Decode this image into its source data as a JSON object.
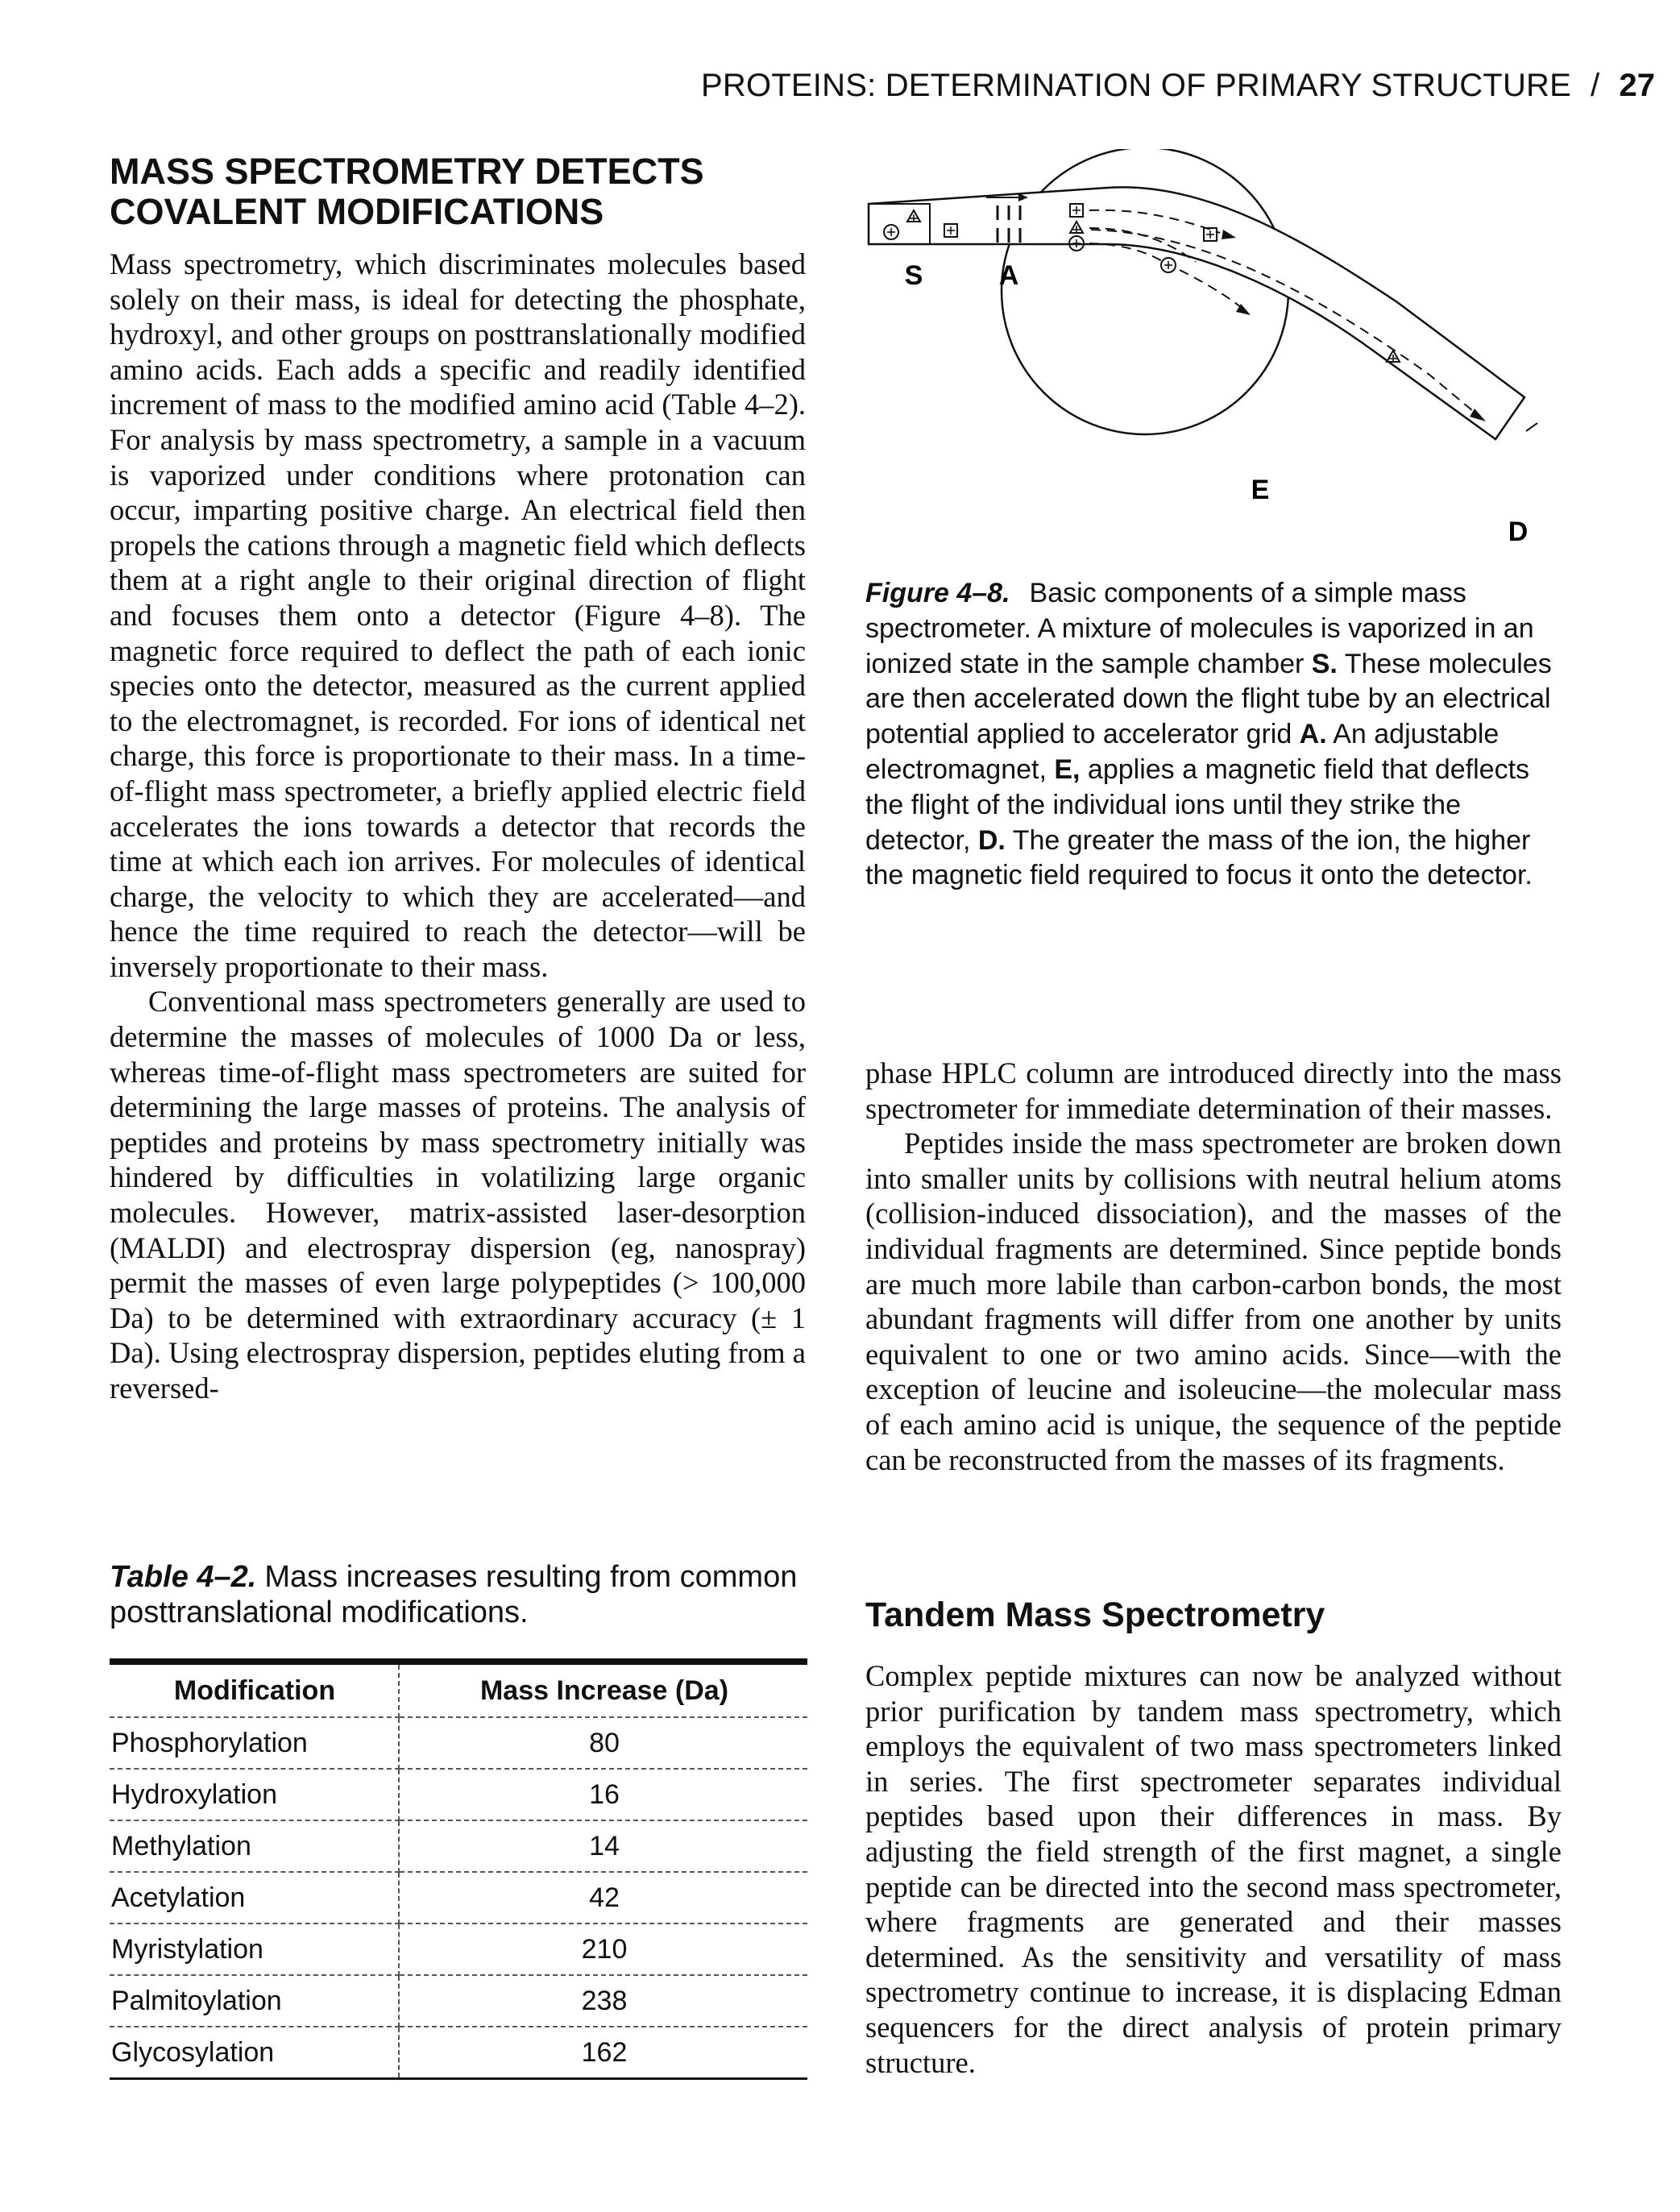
{
  "running_head": {
    "title": "PROTEINS: DETERMINATION OF PRIMARY STRUCTURE",
    "separator": "/",
    "page_number": "27"
  },
  "section_title": {
    "line1": "MASS SPECTROMETRY DETECTS",
    "line2": "COVALENT MODIFICATIONS"
  },
  "left_column": {
    "paragraphs": [
      "Mass spectrometry, which discriminates molecules based solely on their mass, is ideal for detecting the phosphate, hydroxyl, and other groups on posttranslationally modified amino acids. Each adds a specific and readily identified increment of mass to the modified amino acid (Table 4–2). For analysis by mass spectrometry, a sample in a vacuum is vaporized under conditions where protonation can occur, imparting positive charge. An electrical field then propels the cations through a magnetic field which deflects them at a right angle to their original direction of flight and focuses them onto a detector (Figure 4–8). The magnetic force required to deflect the path of each ionic species onto the detector, measured as the current applied to the electromagnet, is recorded. For ions of identical net charge, this force is proportionate to their mass. In a time-of-flight mass spectrometer, a briefly applied electric field accelerates the ions towards a detector that records the time at which each ion arrives. For molecules of identical charge, the velocity to which they are accelerated—and hence the time required to reach the detector—will be inversely proportionate to their mass.",
      "Conventional mass spectrometers generally are used to determine the masses of molecules of 1000 Da or less, whereas time-of-flight mass spectrometers are suited for determining the large masses of proteins. The analysis of peptides and proteins by mass spectrometry initially was hindered by difficulties in volatilizing large organic molecules. However, matrix-assisted laser-desorption (MALDI) and electrospray dispersion (eg, nanospray) permit the masses of even large polypeptides (> 100,000 Da) to be determined with extraordinary accuracy (± 1 Da). Using electrospray dispersion, peptides eluting from a reversed-"
    ]
  },
  "figure": {
    "labels": {
      "s": "S",
      "a": "A",
      "e": "E",
      "d": "D"
    },
    "caption_label": "Figure 4–8.",
    "caption_segments": [
      "Basic components of a simple mass spectrometer. A mixture of molecules is vaporized in an ionized state in the sample chamber ",
      "S.",
      " These molecules are then accelerated down the flight tube by an electrical potential applied to accelerator grid ",
      "A.",
      " An adjustable electromagnet, ",
      "E,",
      " applies a magnetic field that deflects the flight of the individual ions until they strike the detector, ",
      "D.",
      " The greater the mass of the ion, the higher the magnetic field required to focus it onto the detector."
    ]
  },
  "right_column": {
    "paragraphs": [
      "phase HPLC column are introduced directly into the mass spectrometer for immediate determination of their masses.",
      "Peptides inside the mass spectrometer are broken down into smaller units by collisions with neutral helium atoms (collision-induced dissociation), and the masses of the individual fragments are determined. Since peptide bonds are much more labile than carbon-carbon bonds, the most abundant fragments will differ from one another by units equivalent to one or two amino acids. Since—with the exception of leucine and isoleucine—the molecular mass of each amino acid is unique, the sequence of the peptide can be reconstructed from the masses of its fragments."
    ],
    "subheading": "Tandem Mass Spectrometry",
    "tandem_paragraph": "Complex peptide mixtures can now be analyzed without prior purification by tandem mass spectrometry, which employs the equivalent of two mass spectrometers linked in series. The first spectrometer separates individual peptides based upon their differences in mass. By adjusting the field strength of the first magnet, a single peptide can be directed into the second mass spectrometer, where fragments are generated and their masses determined. As the sensitivity and versatility of mass spectrometry continue to increase, it is displacing Edman sequencers for the direct analysis of protein primary structure."
  },
  "table": {
    "caption_label": "Table 4–2.",
    "caption_text": "Mass increases resulting from common posttranslational modifications.",
    "headers": [
      "Modification",
      "Mass Increase (Da)"
    ],
    "rows": [
      [
        "Phosphorylation",
        "80"
      ],
      [
        "Hydroxylation",
        "16"
      ],
      [
        "Methylation",
        "14"
      ],
      [
        "Acetylation",
        "42"
      ],
      [
        "Myristylation",
        "210"
      ],
      [
        "Palmitoylation",
        "238"
      ],
      [
        "Glycosylation",
        "162"
      ]
    ]
  }
}
